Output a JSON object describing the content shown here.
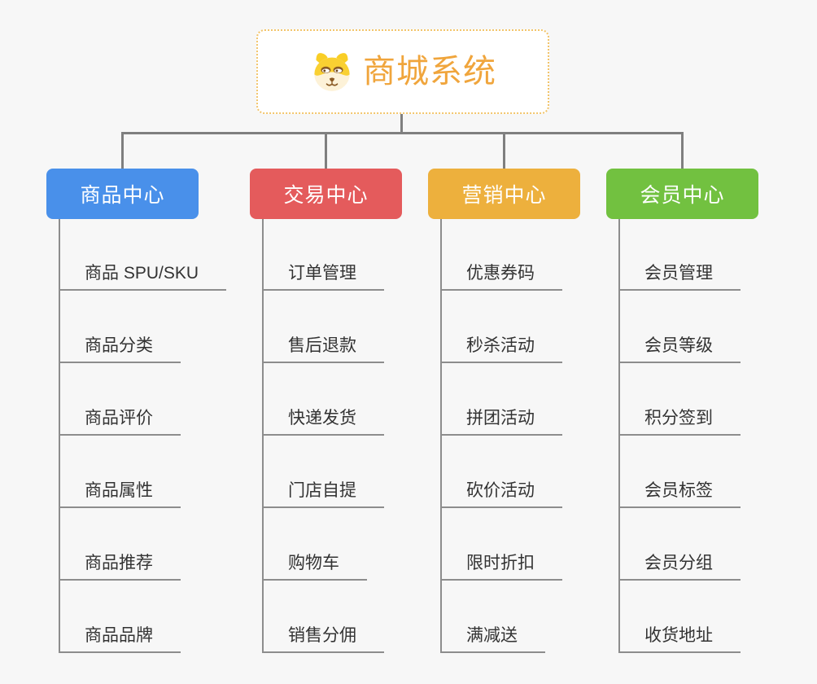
{
  "root": {
    "title": "商城系统",
    "icon": "dog-face-icon"
  },
  "branches": [
    {
      "label": "商品中心",
      "color": "#4990ea",
      "items": [
        "商品 SPU/SKU",
        "商品分类",
        "商品评价",
        "商品属性",
        "商品推荐",
        "商品品牌"
      ]
    },
    {
      "label": "交易中心",
      "color": "#e45b5c",
      "items": [
        "订单管理",
        "售后退款",
        "快递发货",
        "门店自提",
        "购物车",
        "销售分佣"
      ]
    },
    {
      "label": "营销中心",
      "color": "#edb03d",
      "items": [
        "优惠券码",
        "秒杀活动",
        "拼团活动",
        "砍价活动",
        "限时折扣",
        "满减送"
      ]
    },
    {
      "label": "会员中心",
      "color": "#72c140",
      "items": [
        "会员管理",
        "会员等级",
        "积分签到",
        "会员标签",
        "会员分组",
        "收货地址"
      ]
    }
  ],
  "colors": {
    "background": "#f7f7f7",
    "connector": "#7f7f7f",
    "underline": "#8d8d8d",
    "item_text": "#333333",
    "root_accent": "#f0a53c",
    "root_border": "#f2c46a"
  }
}
